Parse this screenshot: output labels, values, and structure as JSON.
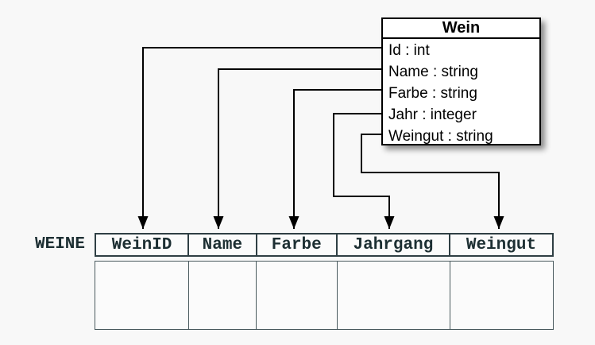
{
  "class_box": {
    "title": "Wein",
    "attributes": [
      "Id : int",
      "Name : string",
      "Farbe : string",
      "Jahr : integer",
      "Weingut : string"
    ]
  },
  "table": {
    "label": "WEINE",
    "columns": [
      "WeinID",
      "Name",
      "Farbe",
      "Jahrgang",
      "Weingut"
    ],
    "body_rows": 1
  },
  "mappings": [
    {
      "from": "Id",
      "to": "WeinID"
    },
    {
      "from": "Name",
      "to": "Name"
    },
    {
      "from": "Farbe",
      "to": "Farbe"
    },
    {
      "from": "Jahr",
      "to": "Jahrgang"
    },
    {
      "from": "Weingut",
      "to": "Weingut"
    }
  ],
  "colors": {
    "background": "#f8f8f8",
    "line": "#000000",
    "box_border": "#000000",
    "box_fill": "#ffffff",
    "table_text": "#1d2f33",
    "header_border": "#2f3f44",
    "body_border": "#4a5a5e"
  }
}
